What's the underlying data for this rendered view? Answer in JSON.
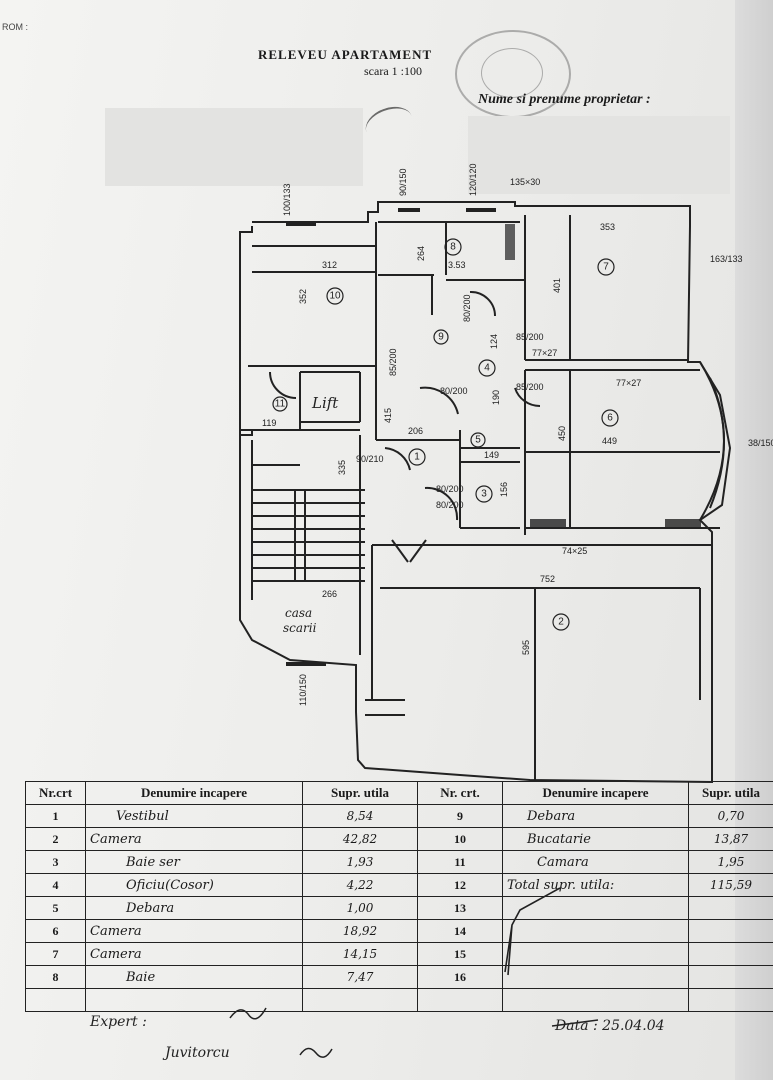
{
  "header": {
    "corner_mark": "ROM :",
    "title": "RELEVEU APARTAMENT",
    "scale": "scara 1 :100",
    "owner_label": "Nume si prenume proprietar :"
  },
  "plan": {
    "dimensions": [
      "100/133",
      "90/150",
      "120/120",
      "135×30",
      "353",
      "163/133",
      "312",
      "352",
      "264",
      "3.53",
      "401",
      "80/200",
      "85/200",
      "85/200",
      "80/200",
      "77×27",
      "77×27",
      "85/200",
      "124",
      "415",
      "206",
      "190",
      "119",
      "450",
      "449",
      "38/150",
      "90/210",
      "335",
      "149",
      "80/200",
      "80/200",
      "156",
      "74×25",
      "266",
      "752",
      "595",
      "110/150"
    ],
    "room_numbers": [
      "1",
      "2",
      "3",
      "4",
      "5",
      "6",
      "7",
      "8",
      "9",
      "10",
      "11"
    ],
    "labels": {
      "lift": "Lift",
      "stairs_line1": "casa",
      "stairs_line2": "scarii"
    }
  },
  "table": {
    "headers": {
      "nr_left": "Nr.crt",
      "name_left": "Denumire incapere",
      "area_left": "Supr. utila",
      "nr_right": "Nr. crt.",
      "name_right": "Denumire incapere",
      "area_right": "Supr. utila"
    },
    "rows": [
      {
        "nr": "1",
        "name": "Vestibul",
        "area": "8,54",
        "nr2": "9",
        "name2": "Debara",
        "area2": "0,70"
      },
      {
        "nr": "2",
        "name": "Camera",
        "area": "42,82",
        "nr2": "10",
        "name2": "Bucatarie",
        "area2": "13,87"
      },
      {
        "nr": "3",
        "name": "Baie ser",
        "area": "1,93",
        "nr2": "11",
        "name2": "Camara",
        "area2": "1,95"
      },
      {
        "nr": "4",
        "name": "Oficiu(Cosor)",
        "area": "4,22",
        "nr2": "12",
        "name2": "Total supr. utila:",
        "area2": "115,59"
      },
      {
        "nr": "5",
        "name": "Debara",
        "area": "1,00",
        "nr2": "13",
        "name2": "",
        "area2": ""
      },
      {
        "nr": "6",
        "name": "Camera",
        "area": "18,92",
        "nr2": "14",
        "name2": "",
        "area2": ""
      },
      {
        "nr": "7",
        "name": "Camera",
        "area": "14,15",
        "nr2": "15",
        "name2": "",
        "area2": ""
      },
      {
        "nr": "8",
        "name": "Baie",
        "area": "7,47",
        "nr2": "16",
        "name2": "",
        "area2": ""
      }
    ]
  },
  "footer": {
    "expert": "Expert :",
    "expert_name": "Juvitorcu",
    "date": "Data : 25.04.04"
  }
}
